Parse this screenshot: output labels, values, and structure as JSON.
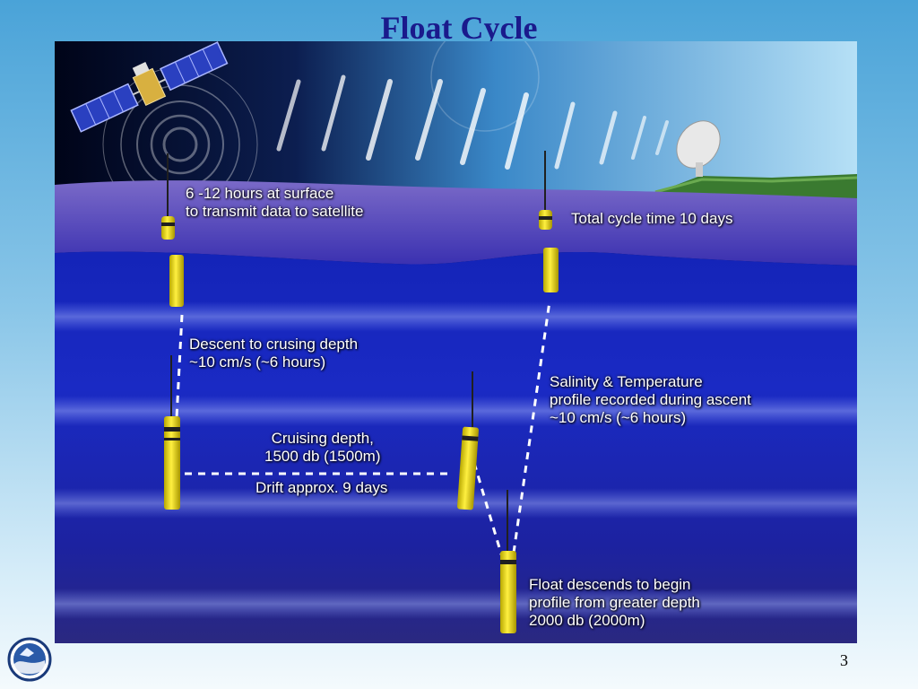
{
  "slide": {
    "title": "Float Cycle",
    "page_number": "3"
  },
  "labels": {
    "surface_time": [
      "6 -12 hours at surface",
      "to transmit data to satellite"
    ],
    "total_cycle": [
      "Total cycle time 10 days"
    ],
    "descent": [
      "Descent to crusing depth",
      "~10 cm/s (~6 hours)"
    ],
    "ascent_profile": [
      "Salinity & Temperature",
      "profile recorded during ascent",
      "~10 cm/s (~6 hours)"
    ],
    "cruising": [
      "Cruising depth,",
      "1500 db (1500m)"
    ],
    "drift": [
      "Drift approx. 9 days"
    ],
    "deep_descent": [
      "Float descends to begin",
      "profile from greater depth",
      "2000 db (2000m)"
    ]
  },
  "colors": {
    "title": "#1a1a8c",
    "float_yellow": "#f0e010",
    "ocean_deep": "#0a1080",
    "sky": "#6fb8e8"
  }
}
